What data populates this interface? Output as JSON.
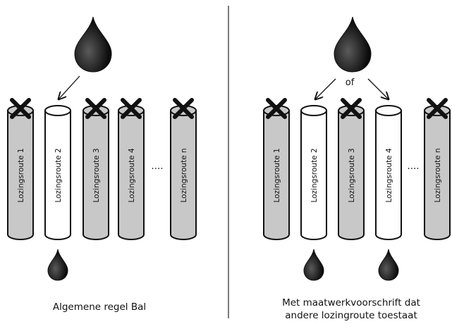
{
  "left_panel": {
    "routes": [
      {
        "label": "Lozingsroute 1",
        "allowed": false
      },
      {
        "label": "Lozingsroute 2",
        "allowed": true
      },
      {
        "label": "Lozingsroute 3",
        "allowed": false
      },
      {
        "label": "Lozingsroute 4",
        "allowed": false
      },
      {
        "label": "Lozingsroute n",
        "allowed": false
      }
    ],
    "ellipsis": "....",
    "caption": "Algemene regel Bal"
  },
  "right_panel": {
    "routes": [
      {
        "label": "Lozingsroute 1",
        "allowed": false
      },
      {
        "label": "Lozingsroute 2",
        "allowed": true
      },
      {
        "label": "Lozingsroute 3",
        "allowed": false
      },
      {
        "label": "Lozingsroute 4",
        "allowed": true
      },
      {
        "label": "Lozingsroute n",
        "allowed": false
      }
    ],
    "ellipsis": "....",
    "branch_label": "of",
    "caption_line1": "Met maatwerkvoorschrift dat",
    "caption_line2": "andere lozingroute toestaat"
  },
  "colors": {
    "blocked_tube": "#c8c8c8",
    "open_tube": "#ffffff",
    "outline": "#111111",
    "drop": "#1a1a1a"
  },
  "icons": [
    "drop-icon",
    "cross-icon",
    "arrow-icon"
  ]
}
